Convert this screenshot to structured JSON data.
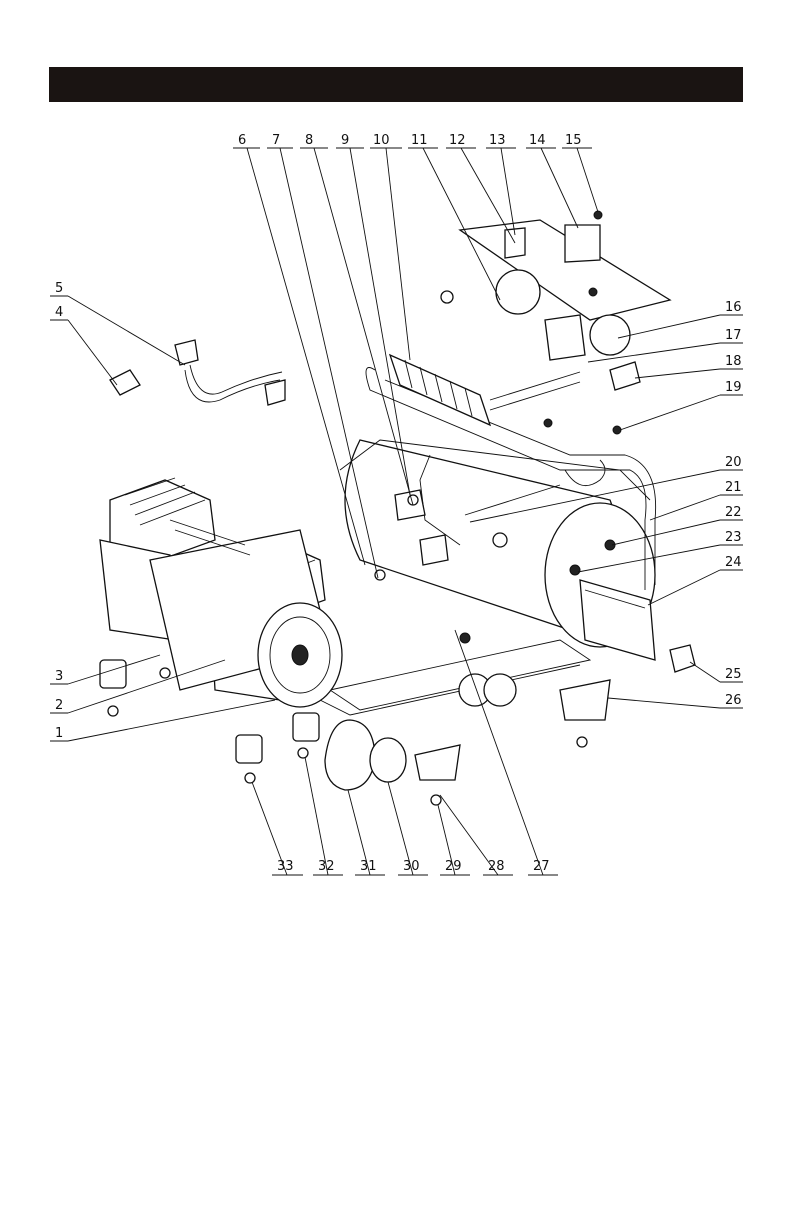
{
  "header": {
    "title": ""
  },
  "callouts": [
    "1",
    "2",
    "3",
    "4",
    "5",
    "6",
    "7",
    "8",
    "9",
    "10",
    "11",
    "12",
    "13",
    "14",
    "15",
    "16",
    "17",
    "18",
    "19",
    "20",
    "21",
    "22",
    "23",
    "24",
    "25",
    "26",
    "27",
    "28",
    "29",
    "30",
    "31",
    "32",
    "33"
  ],
  "colors": {
    "header_bar": "#1a1412",
    "line": "#111111",
    "background": "#ffffff"
  }
}
